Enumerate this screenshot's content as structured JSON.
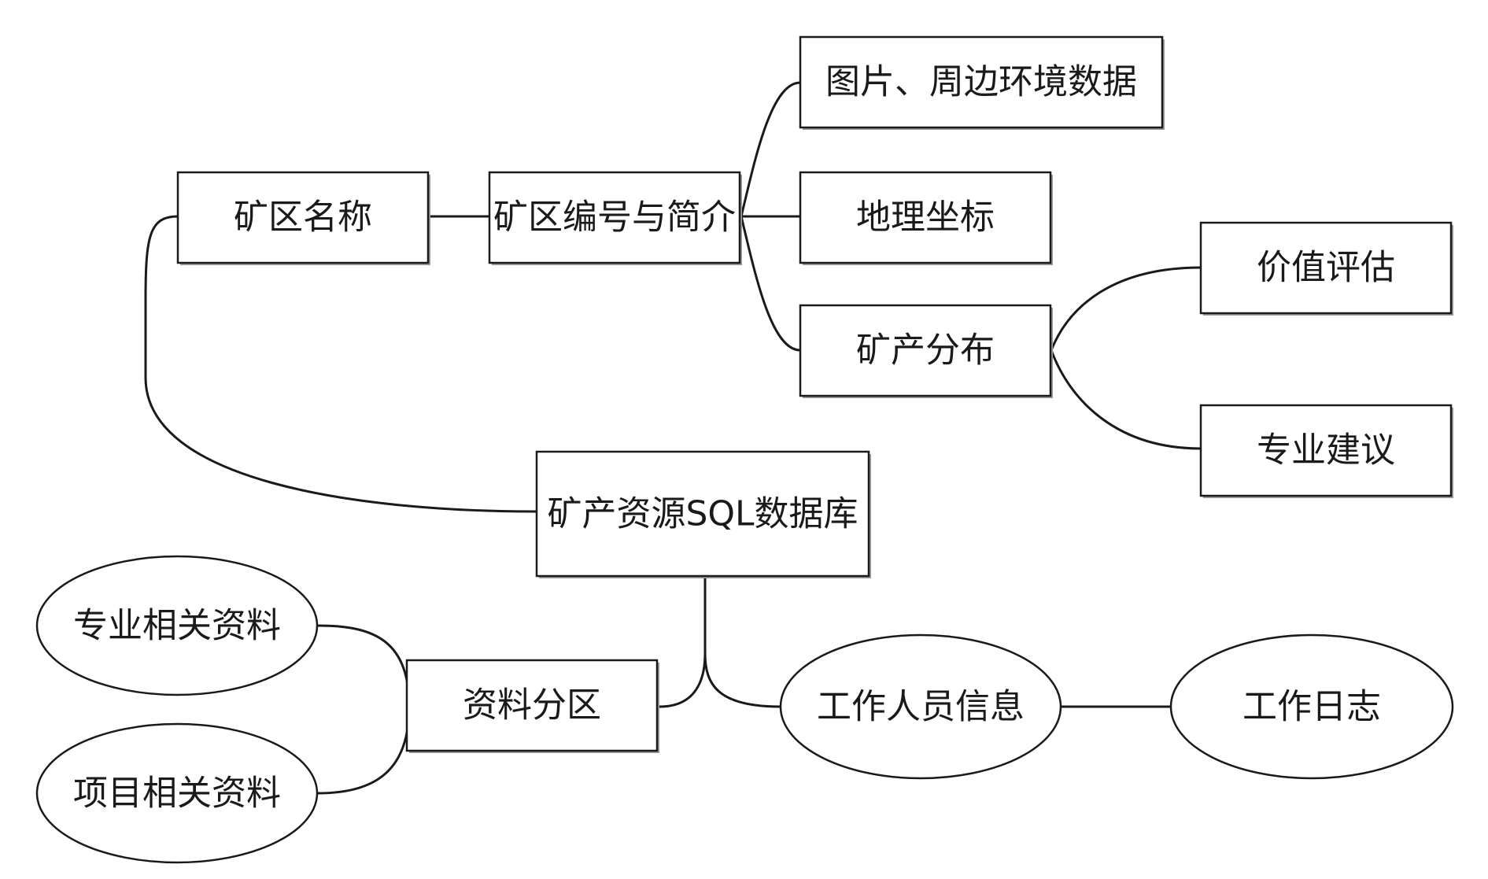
{
  "nodes": {
    "mining_area_name": "矿区名称",
    "area_code_intro": "矿区编号与简介",
    "images_env_data": "图片、周边环境数据",
    "geo_coordinates": "地理坐标",
    "mineral_distribution": "矿产分布",
    "value_assessment": "价值评估",
    "professional_advice": "专业建议",
    "sql_database": "矿产资源SQL数据库",
    "data_partition": "资料分区",
    "professional_materials": "专业相关资料",
    "project_materials": "项目相关资料",
    "staff_info": "工作人员信息",
    "work_log": "工作日志"
  },
  "colors": {
    "stroke": "#1a1a1a",
    "fill": "#ffffff",
    "shadow": "#9a9a9a"
  }
}
